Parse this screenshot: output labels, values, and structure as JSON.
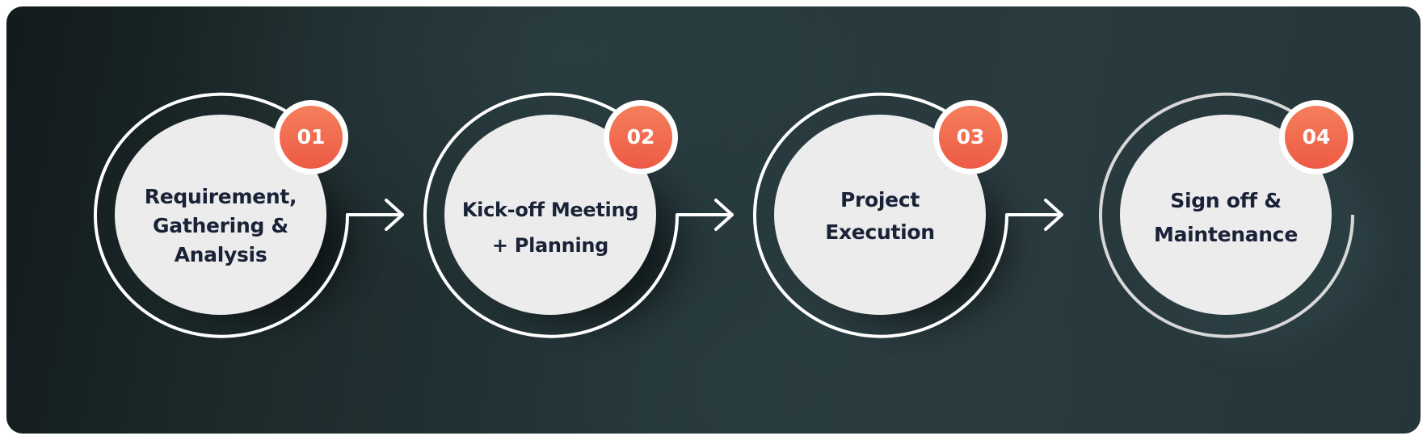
{
  "steps": [
    {
      "number": "01",
      "title": "Requirement,\nGathering &\nAnalysis"
    },
    {
      "number": "02",
      "title": "Kick-off Meeting\n+ Planning"
    },
    {
      "number": "03",
      "title": "Project\nExecution"
    },
    {
      "number": "04",
      "title": "Sign off &\nMaintenance"
    }
  ],
  "colors": {
    "background_dark": "#1b2628",
    "circle_fill": "#ececec",
    "ring": "#ffffff",
    "badge": "#f26a4f",
    "text": "#1a2238",
    "arrow": "#ffffff"
  },
  "icons": [
    "arrow-right-icon"
  ]
}
